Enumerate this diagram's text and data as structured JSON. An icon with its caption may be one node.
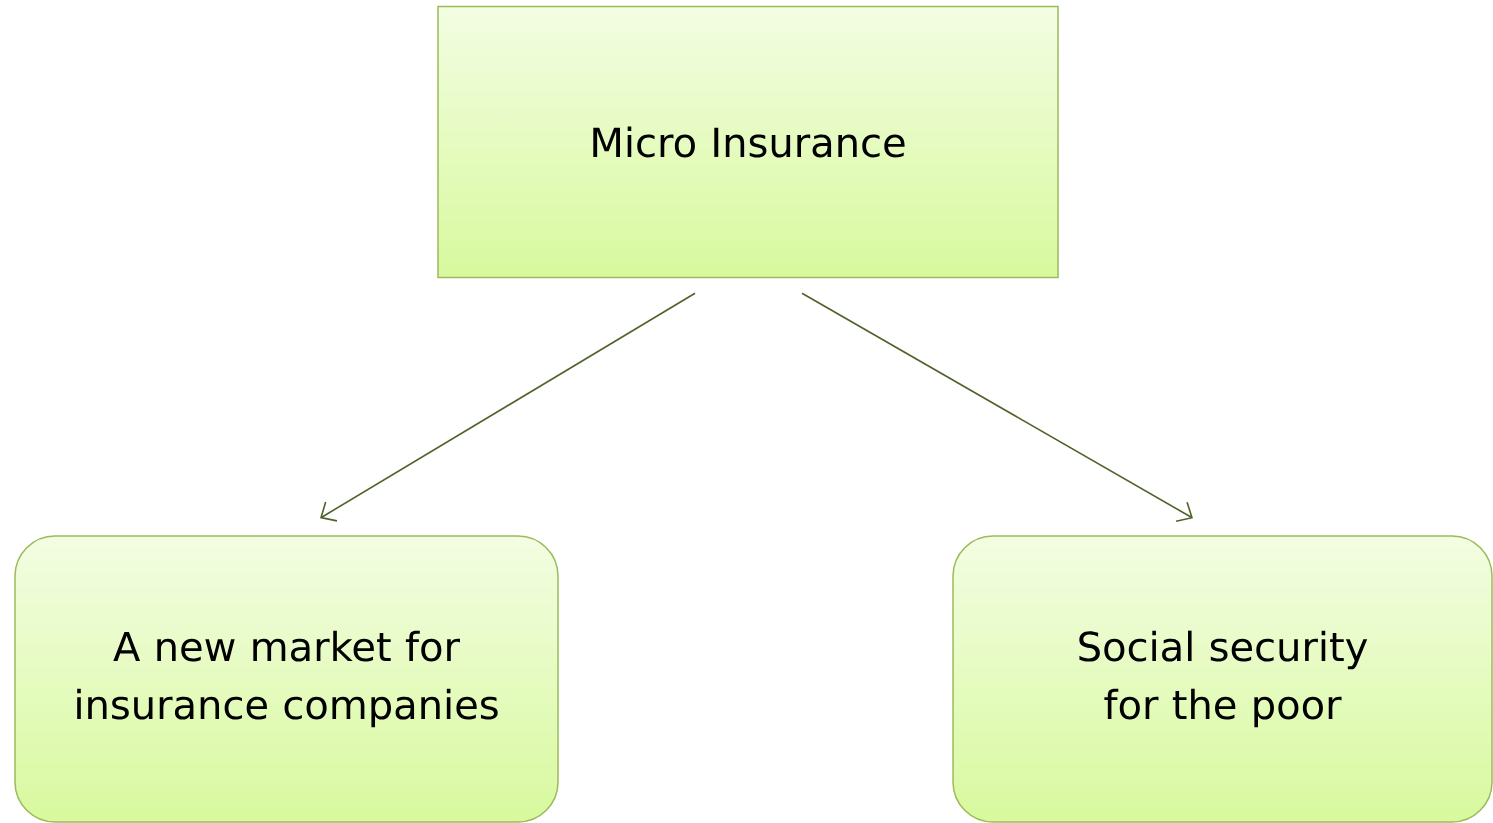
{
  "diagram": {
    "nodes": [
      {
        "text": [
          "Micro Insurance"
        ]
      },
      {
        "text": [
          "A new market for insurance companies"
        ]
      },
      {
        "text": [
          "Social security for the poor"
        ]
      }
    ],
    "edges": [
      {
        "from": 0,
        "to": 1,
        "arrow": "to"
      },
      {
        "from": 0,
        "to": 2,
        "arrow": "to"
      }
    ]
  }
}
